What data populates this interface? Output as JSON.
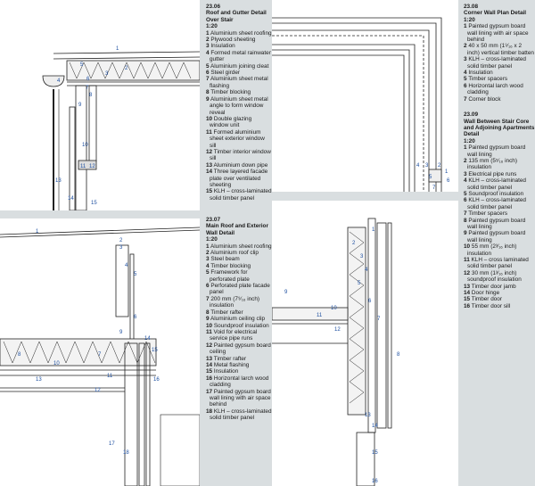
{
  "details": [
    {
      "code": "23.06",
      "title": "Roof and Gutter Detail Over Stair",
      "scale": "1:20",
      "items": [
        {
          "n": "1",
          "t": "Aluminium sheet roofing"
        },
        {
          "n": "2",
          "t": "Plywood sheeting"
        },
        {
          "n": "3",
          "t": "Insulation"
        },
        {
          "n": "4",
          "t": "Formed metal rainwater gutter"
        },
        {
          "n": "5",
          "t": "Aluminium joining cleat"
        },
        {
          "n": "6",
          "t": "Steel girder"
        },
        {
          "n": "7",
          "t": "Aluminium sheet metal flashing"
        },
        {
          "n": "8",
          "t": "Timber blocking"
        },
        {
          "n": "9",
          "t": "Aluminium sheet metal angle to form window reveal"
        },
        {
          "n": "10",
          "t": "Double glazing window unit"
        },
        {
          "n": "11",
          "t": "Formed aluminium sheet exterior window sill"
        },
        {
          "n": "12",
          "t": "Timber interior window sill"
        },
        {
          "n": "13",
          "t": "Aluminium down pipe"
        },
        {
          "n": "14",
          "t": "Three layered facade plate over ventilated sheeting"
        },
        {
          "n": "15",
          "t": "KLH – cross-laminated solid timber panel"
        }
      ]
    },
    {
      "code": "23.07",
      "title": "Main Roof and Exterior Wall Detail",
      "scale": "1:20",
      "items": [
        {
          "n": "1",
          "t": "Aluminium sheet roofing"
        },
        {
          "n": "2",
          "t": "Aluminium roof clip"
        },
        {
          "n": "3",
          "t": "Steel beam"
        },
        {
          "n": "4",
          "t": "Timber blocking"
        },
        {
          "n": "5",
          "t": "Framework for perforated plate"
        },
        {
          "n": "6",
          "t": "Perforated plate facade panel"
        },
        {
          "n": "7",
          "t": "200 mm (7⁹⁄₁₆ inch) insulation"
        },
        {
          "n": "8",
          "t": "Timber rafter"
        },
        {
          "n": "9",
          "t": "Aluminium ceiling clip"
        },
        {
          "n": "10",
          "t": "Soundproof insulation"
        },
        {
          "n": "11",
          "t": "Void for electrical service pipe runs"
        },
        {
          "n": "12",
          "t": "Painted gypsum board ceiling"
        },
        {
          "n": "13",
          "t": "Timber rafter"
        },
        {
          "n": "14",
          "t": "Metal flashing"
        },
        {
          "n": "15",
          "t": "Insulation"
        },
        {
          "n": "16",
          "t": "Horizontal larch wood cladding"
        },
        {
          "n": "17",
          "t": "Painted gypsum board wall lining with air space behind"
        },
        {
          "n": "18",
          "t": "KLH – cross-laminated solid timber panel"
        }
      ]
    },
    {
      "code": "23.08",
      "title": "Corner Wall Plan Detail",
      "scale": "1:20",
      "items": [
        {
          "n": "1",
          "t": "Painted gypsum board wall lining with air space behind"
        },
        {
          "n": "2",
          "t": "40 x 50 mm (1⁹⁄₁₆ x 2 inch) vertical timber batten"
        },
        {
          "n": "3",
          "t": "KLH – cross-laminated solid timber panel"
        },
        {
          "n": "4",
          "t": "Insulation"
        },
        {
          "n": "5",
          "t": "Timber spacers"
        },
        {
          "n": "6",
          "t": "Horizontal larch wood cladding"
        },
        {
          "n": "7",
          "t": "Corner block"
        }
      ]
    },
    {
      "code": "23.09",
      "title": "Wall Between Stair Core and Adjoining Apartments Detail",
      "scale": "1:20",
      "items": [
        {
          "n": "1",
          "t": "Painted gypsum board wall lining"
        },
        {
          "n": "2",
          "t": "135 mm (5⁵⁄₁₆ inch) insulation"
        },
        {
          "n": "3",
          "t": "Electrical pipe runs"
        },
        {
          "n": "4",
          "t": "KLH – cross-laminated solid timber panel"
        },
        {
          "n": "5",
          "t": "Soundproof insulation"
        },
        {
          "n": "6",
          "t": "KLH – cross-laminated solid timber panel"
        },
        {
          "n": "7",
          "t": "Timber spacers"
        },
        {
          "n": "8",
          "t": "Painted gypsum board wall lining"
        },
        {
          "n": "9",
          "t": "Painted gypsum board wall lining"
        },
        {
          "n": "10",
          "t": "55 mm (2³⁄₁₆ inch) insulation"
        },
        {
          "n": "11",
          "t": "KLH – cross laminated solid timber panel"
        },
        {
          "n": "12",
          "t": "30 mm (1³⁄₁₆ inch) soundproof insulation"
        },
        {
          "n": "13",
          "t": "Timber door jamb"
        },
        {
          "n": "14",
          "t": "Door hinge"
        },
        {
          "n": "15",
          "t": "Timber door"
        },
        {
          "n": "16",
          "t": "Timber door sill"
        }
      ]
    }
  ],
  "callouts": {
    "d2306": [
      "1",
      "2",
      "3",
      "4",
      "5",
      "6",
      "7",
      "8",
      "9",
      "10",
      "11",
      "12",
      "13",
      "14",
      "15"
    ],
    "d2307": [
      "1",
      "2",
      "3",
      "4",
      "5",
      "6",
      "7",
      "8",
      "9",
      "10",
      "11",
      "12",
      "13",
      "14",
      "15",
      "16",
      "17",
      "18"
    ],
    "d2308": [
      "1",
      "2",
      "3",
      "4",
      "5",
      "6",
      "7"
    ],
    "d2309": [
      "1",
      "2",
      "3",
      "4",
      "5",
      "6",
      "7",
      "8",
      "9",
      "10",
      "11",
      "12",
      "13",
      "14",
      "15",
      "16"
    ]
  }
}
